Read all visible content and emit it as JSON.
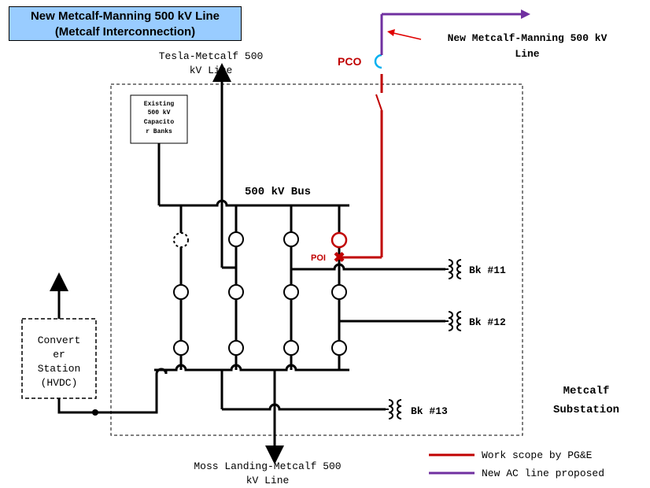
{
  "title": {
    "line1": "New Metcalf-Manning 500 kV Line",
    "line2": "(Metcalf Interconnection)"
  },
  "labels": {
    "tesla_line_1": "Tesla-Metcalf 500",
    "tesla_line_2": "kV Line",
    "capacitor_1": "Existing",
    "capacitor_2": "500 kV",
    "capacitor_3": "Capacito",
    "capacitor_4": "r Banks",
    "bus": "500 kV Bus",
    "pco": "PCO",
    "poi": "POI",
    "new_line_1": "New Metcalf-Manning 500 kV",
    "new_line_2": "Line",
    "converter_1": "Convert",
    "converter_2": "er",
    "converter_3": "Station",
    "converter_4": "(HVDC)",
    "bk11": "Bk #11",
    "bk12": "Bk #12",
    "bk13": "Bk #13",
    "substation_1": "Metcalf",
    "substation_2": "Substation",
    "moss_1": "Moss Landing-Metcalf 500",
    "moss_2": "kV Line"
  },
  "legend": [
    {
      "label": "Work scope by PG&E",
      "color": "#c00000"
    },
    {
      "label": "New AC line proposed",
      "color": "#7030a0"
    }
  ],
  "colors": {
    "work_scope": "#c00000",
    "new_line": "#7030a0",
    "pco_switch": "#00b0f0",
    "title_bg": "#99ccff"
  }
}
